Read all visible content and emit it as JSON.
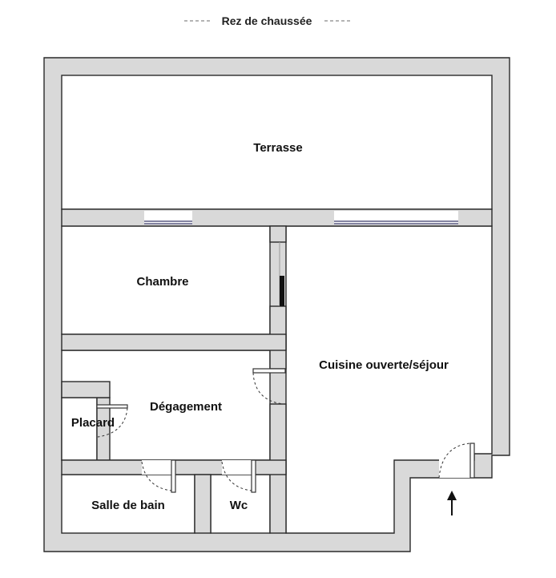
{
  "header": {
    "title": "Rez de chaussée"
  },
  "rooms": {
    "terrasse": "Terrasse",
    "chambre": "Chambre",
    "cuisine": "Cuisine ouverte/séjour",
    "degagement": "Dégagement",
    "placard": "Placard",
    "salle_de_bain": "Salle de bain",
    "wc": "Wc"
  },
  "colors": {
    "wall_fill": "#d9d9d9",
    "outline": "#2a2a2a",
    "glass": "#3b3b6b",
    "background": "#ffffff"
  },
  "icons": {
    "entrance": "arrow-up-icon"
  }
}
